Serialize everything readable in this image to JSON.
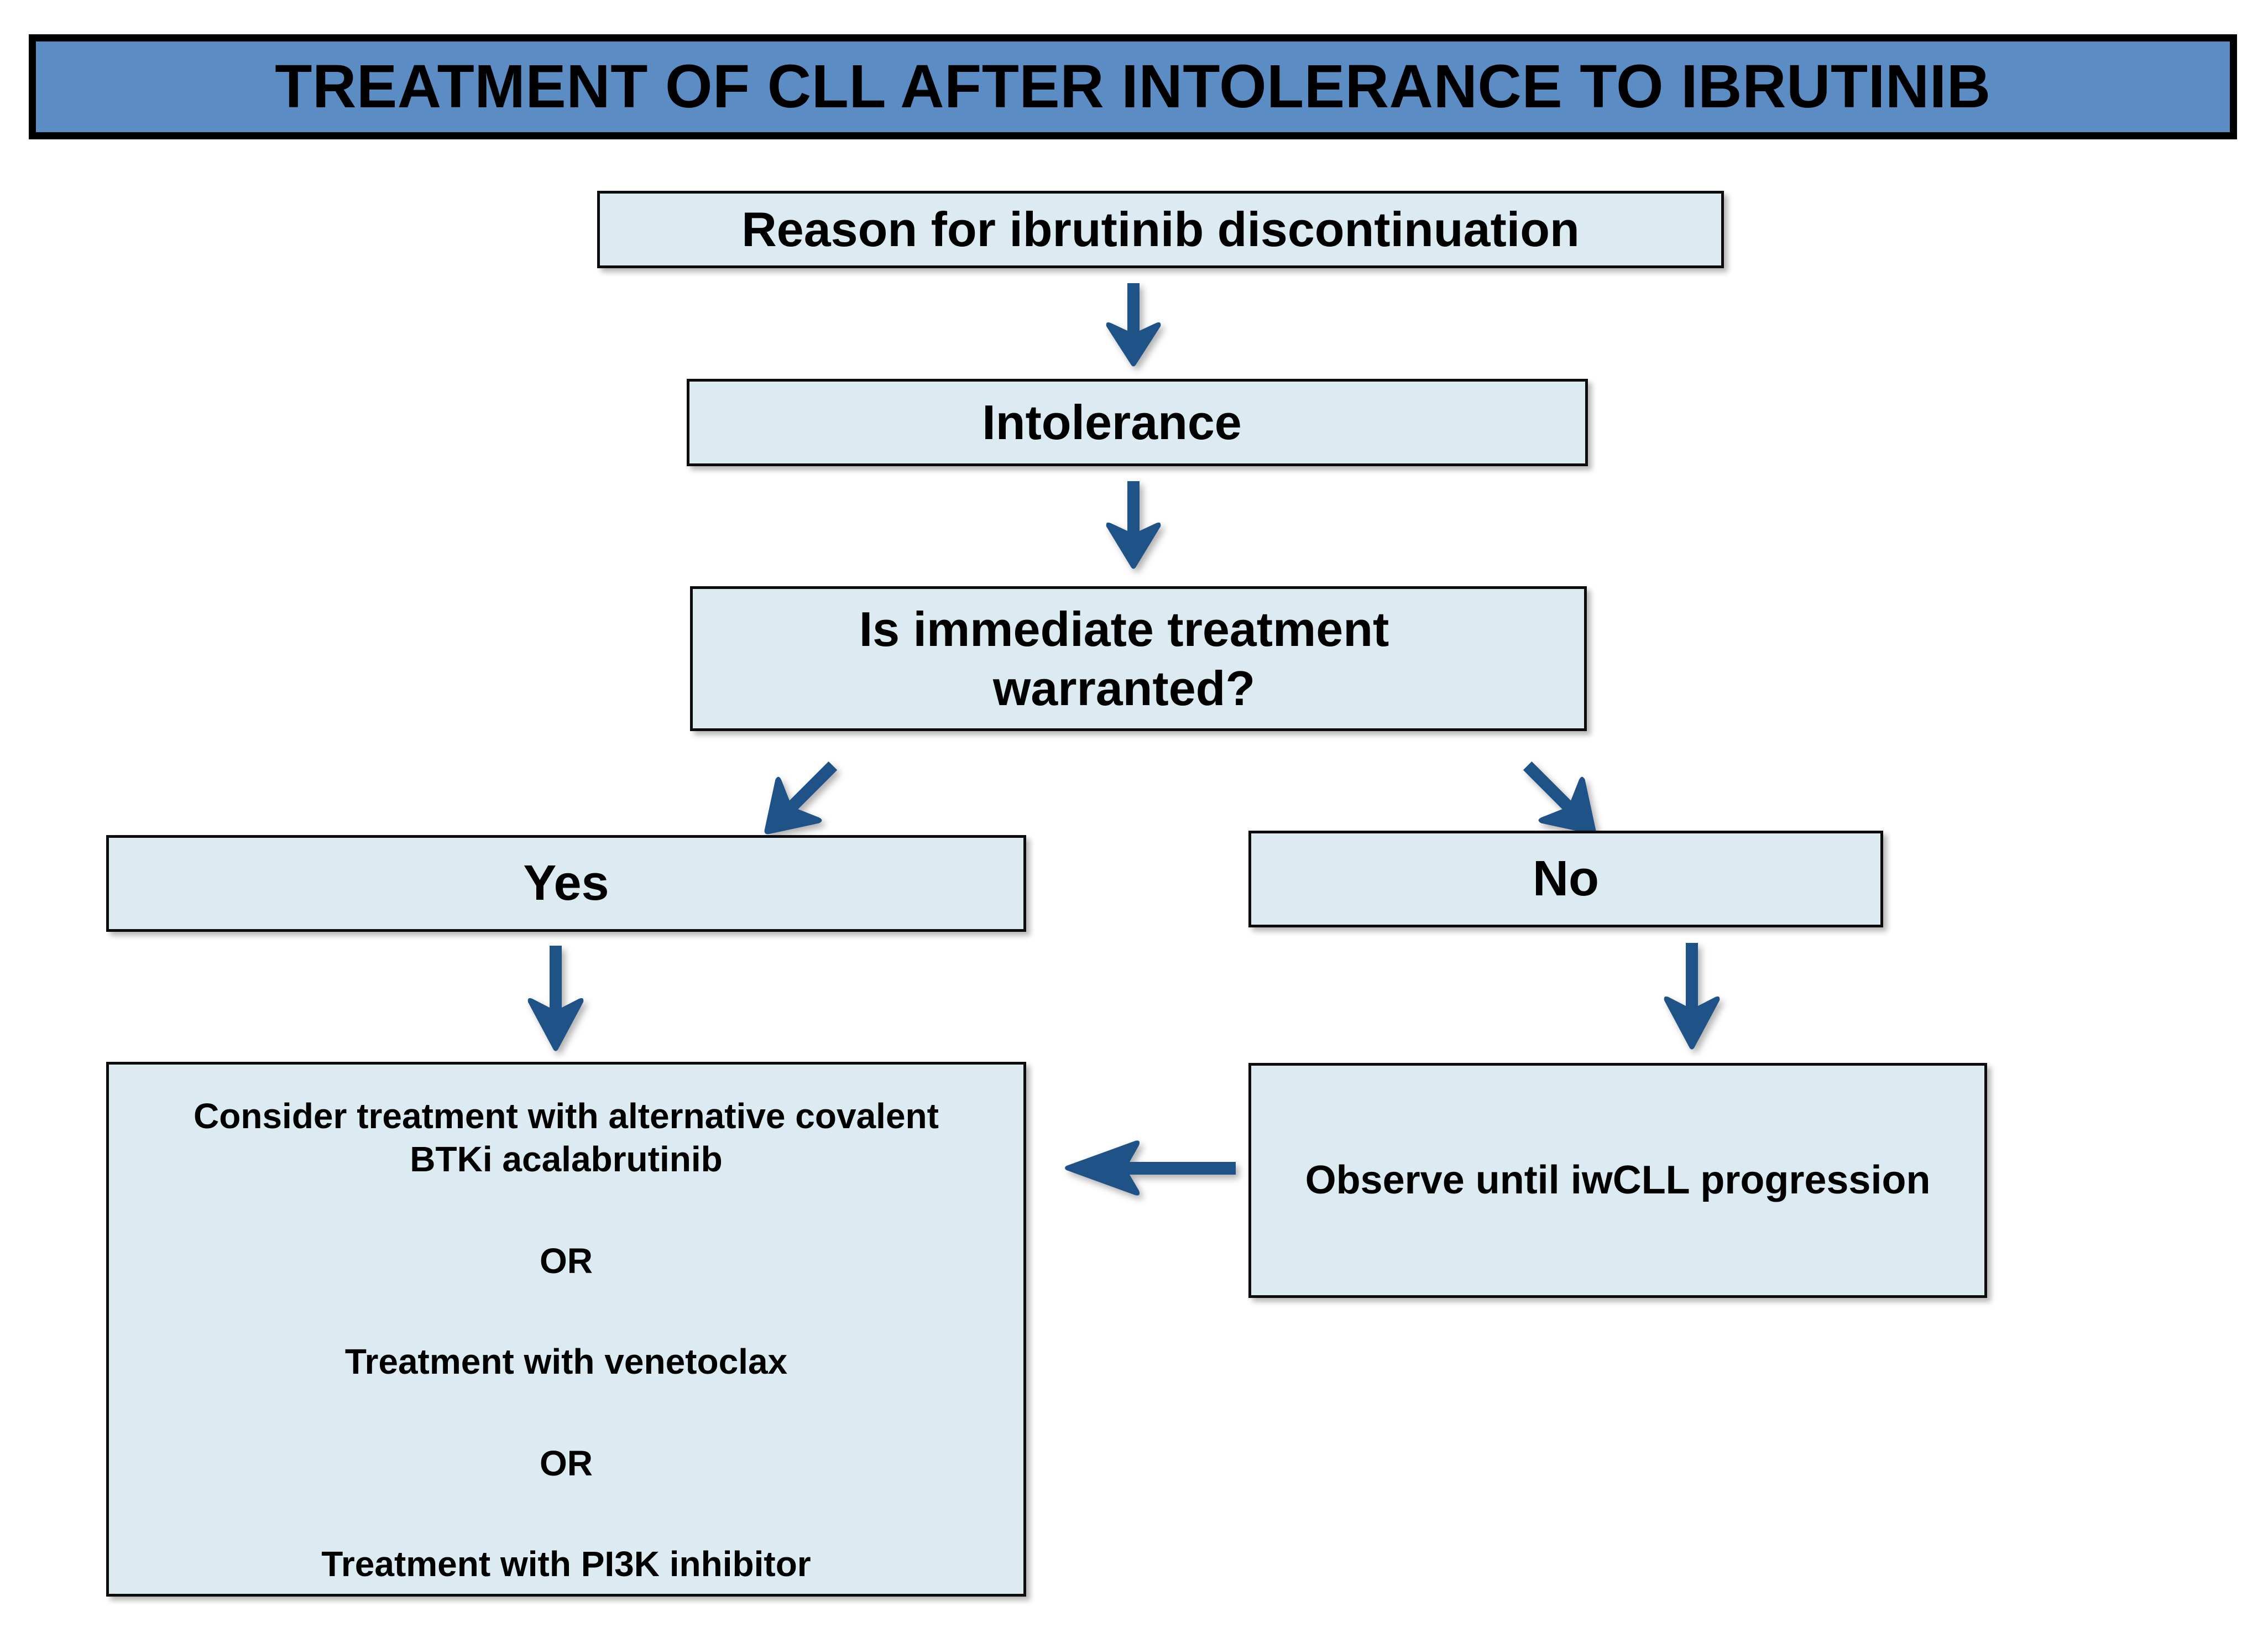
{
  "banner": {
    "title": "TREATMENT OF CLL AFTER INTOLERANCE TO IBRUTINIB",
    "fill_color": "#5B8DC4",
    "border_color": "#000000",
    "text_color": "#000000"
  },
  "theme": {
    "node_fill": "#DCEAF1",
    "node_border": "#0C0C0C",
    "arrow_color": "#1F5287",
    "page_background": "#FFFFFF"
  },
  "nodes": {
    "reason": {
      "label": "Reason for ibrutinib discontinuation"
    },
    "intolerance": {
      "label": "Intolerance"
    },
    "question": {
      "label": "Is immediate treatment\nwarranted?"
    },
    "yes": {
      "label": "Yes"
    },
    "no": {
      "label": "No"
    },
    "observe": {
      "label": "Observe until iwCLL progression"
    },
    "treatments": {
      "options": [
        "Consider treatment with alternative covalent\nBTKi acalabrutinib",
        "OR",
        "Treatment with venetoclax",
        "OR",
        "Treatment with PI3K inhibitor"
      ]
    }
  },
  "arrows": [
    {
      "name": "reason-to-intolerance",
      "direction": "down"
    },
    {
      "name": "intolerance-to-question",
      "direction": "down"
    },
    {
      "name": "question-to-yes",
      "direction": "down-left"
    },
    {
      "name": "question-to-no",
      "direction": "down-right"
    },
    {
      "name": "yes-to-treatments",
      "direction": "down"
    },
    {
      "name": "no-to-observe",
      "direction": "down"
    },
    {
      "name": "observe-to-treatments",
      "direction": "left"
    }
  ]
}
